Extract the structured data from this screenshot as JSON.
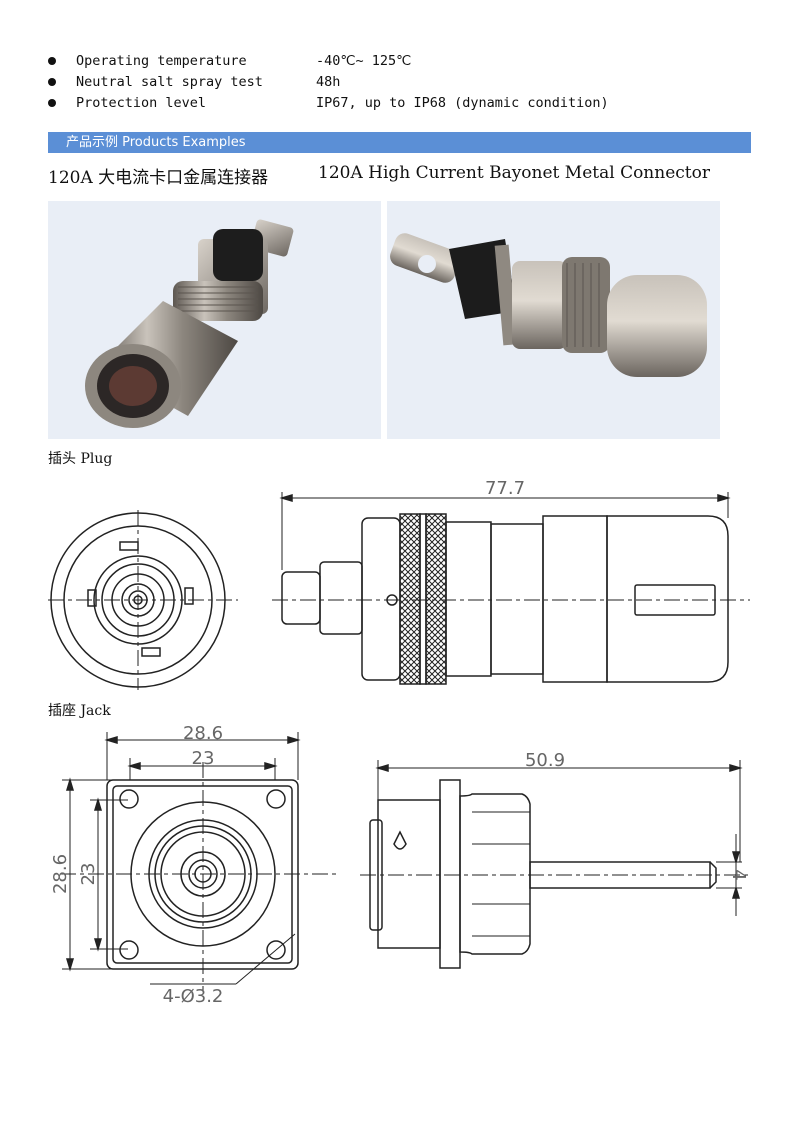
{
  "specs": [
    {
      "label": "Operating temperature",
      "value": "-40℃~ 125℃"
    },
    {
      "label": "Neutral salt spray test",
      "value": "48h"
    },
    {
      "label": "Protection level",
      "value": "IP67, up to IP68 (dynamic condition)"
    }
  ],
  "banner": {
    "title": "产品示例 Products Examples"
  },
  "product": {
    "title_cn": "120A 大电流卡口金属连接器",
    "title_en": "120A High Current Bayonet Metal Connector"
  },
  "sections": {
    "plug_label": "插头 Plug",
    "jack_label": "插座 Jack"
  },
  "plug_drawing": {
    "length": "77.7"
  },
  "jack_drawing": {
    "flange_width": "28.6",
    "hole_spacing": "23",
    "flange_height": "28.6",
    "hole_spacing_vertical": "23",
    "holes": "4-Ø3.2",
    "length": "50.9",
    "pin_diameter": "4"
  },
  "colors": {
    "banner": "#5b8fd6",
    "photo_bg": "#e9eef6"
  }
}
